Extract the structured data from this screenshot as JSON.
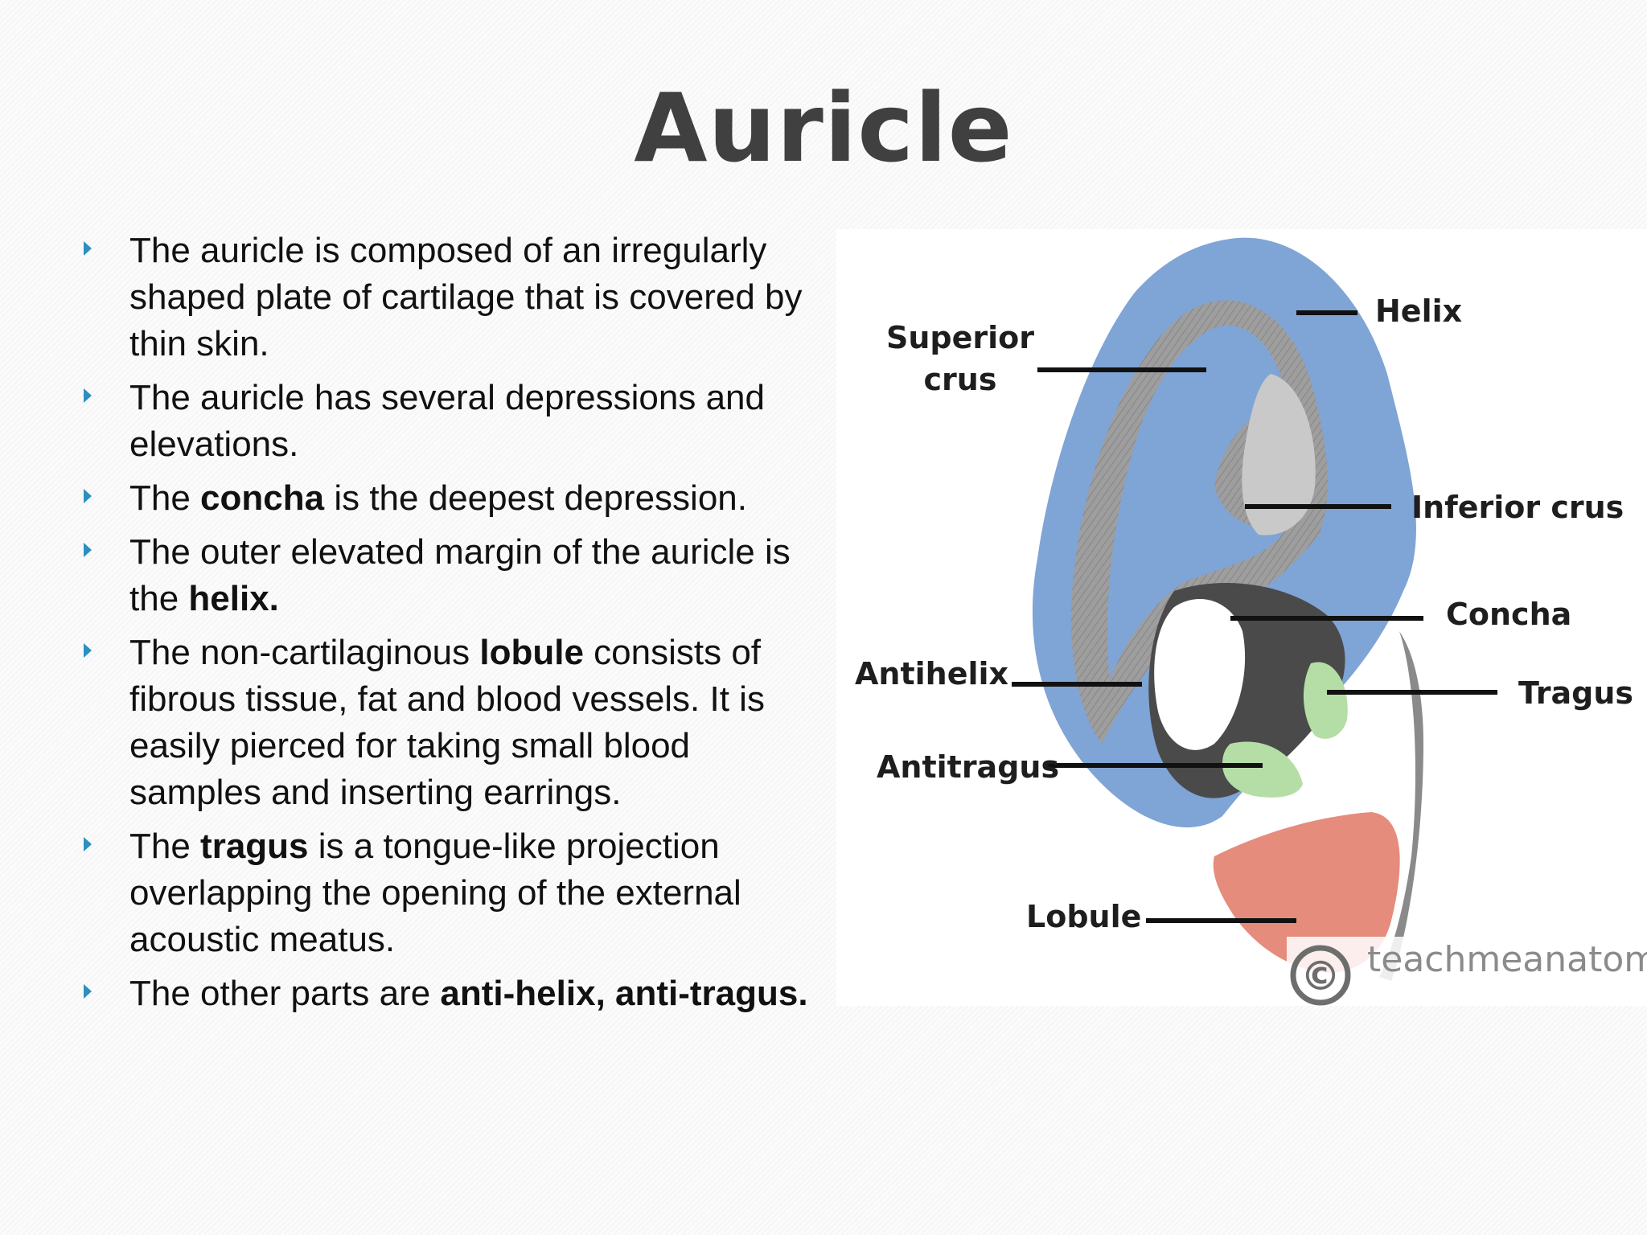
{
  "slide": {
    "title": "Auricle",
    "accent_color": "#2c8fbf",
    "bullets": [
      {
        "parts": [
          {
            "text": "The auricle is composed of an irregularly shaped plate of cartilage that is covered by thin skin.",
            "bold": false
          }
        ]
      },
      {
        "parts": [
          {
            "text": "The auricle has several depressions and elevations.",
            "bold": false
          }
        ]
      },
      {
        "parts": [
          {
            "text": "The ",
            "bold": false
          },
          {
            "text": "concha",
            "bold": true
          },
          {
            "text": " is the deepest depression.",
            "bold": false
          }
        ]
      },
      {
        "parts": [
          {
            "text": "The outer elevated margin of the auricle is the ",
            "bold": false
          },
          {
            "text": "helix.",
            "bold": true
          }
        ]
      },
      {
        "parts": [
          {
            "text": "The non-cartilaginous ",
            "bold": false
          },
          {
            "text": "lobule",
            "bold": true
          },
          {
            "text": " consists of fibrous tissue, fat and blood vessels. It is easily pierced for taking small blood samples and inserting earrings.",
            "bold": false
          }
        ]
      },
      {
        "parts": [
          {
            "text": "The ",
            "bold": false
          },
          {
            "text": "tragus",
            "bold": true
          },
          {
            "text": " is a tongue-like projection overlapping the opening of the external acoustic meatus.",
            "bold": false
          }
        ]
      },
      {
        "parts": [
          {
            "text": "The other parts are ",
            "bold": false
          },
          {
            "text": "anti-helix, anti-tragus.",
            "bold": true
          }
        ]
      }
    ]
  },
  "diagram": {
    "labels": {
      "helix": "Helix",
      "superior_crus_line1": "Superior",
      "superior_crus_line2": "crus",
      "inferior_crus": "Inferior crus",
      "concha": "Concha",
      "antihelix": "Antihelix",
      "tragus": "Tragus",
      "antitragus": "Antitragus",
      "lobule": "Lobule"
    },
    "watermark": {
      "symbol": "©",
      "text": "teachmeanatomy"
    },
    "colors": {
      "helix_blue": "#7fa4d6",
      "cartilage_gray": "#a9a9a9",
      "tragus_green": "#b5dea6",
      "lobule_red": "#e58c7d"
    }
  }
}
